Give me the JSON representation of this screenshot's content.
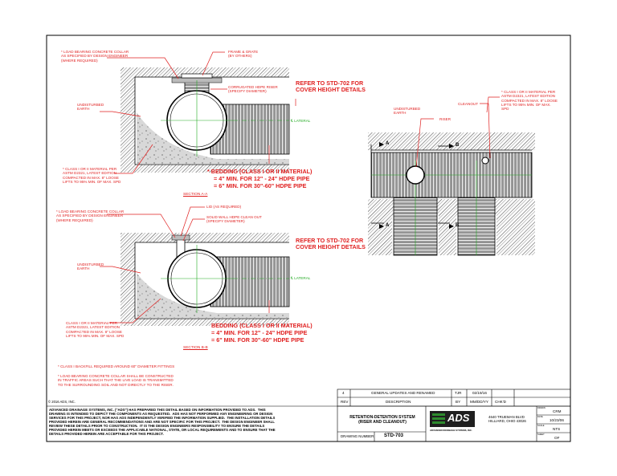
{
  "section_a": {
    "collar_note": "* LOAD BEARING CONCRETE COLLAR\nAS SPECIFIED BY DESIGN ENGINEER\n(WHERE REQUIRED)",
    "frame_note": "FRAME & GRATE\n(BY OTHERS)",
    "riser_note": "CORRUGATED HDPE RISER\n(SPECIFY DIAMETER)",
    "earth_note": "UNDISTURBED\nEARTH",
    "refer_note": "REFER TO STD-702 FOR\nCOVER HEIGHT DETAILS",
    "lateral": "℄ LATERAL",
    "material_note": "* CLASS I OR II MATERIAL PER\nASTM D2321, LATEST EDITION\nCOMPACTED IN MAX. 8\" LOOSE\nLIFTS TO 95% MIN. OF MAX. SPD",
    "bedding_1": "* BEDDING (CLASS I OR II MATERIAL)",
    "bedding_2": "= 4\" MIN. FOR 12\" - 24\" HDPE PIPE",
    "bedding_3": "= 6\" MIN. FOR 30\"-60\" HDPE PIPE",
    "title": "SECTION A-A"
  },
  "section_b": {
    "collar_note": "* LOAD BEARING CONCRETE COLLAR\nAS SPECIFIED BY DESIGN ENGINEER\n(WHERE REQUIRED)",
    "lid_note": "LID (AS REQUIRED)",
    "cleanout_note": "SOLID WALL HDPE CLEAN OUT\n(SPECIFY DIAMETER)",
    "earth_note": "UNDISTURBED\nEARTH",
    "refer_note": "REFER TO STD-702 FOR\nCOVER HEIGHT DETAILS",
    "lateral": "℄ LATERAL",
    "material_note": "CLASS I OR II MATERIAL PER\nASTM D2321, LATEST EDITION\nCOMPACTED IN MAX. 8\" LOOSE\nLIFTS TO 95% MIN. OF MAX. SPD",
    "bedding_1": "BEDDING (CLASS I OR II MATERIAL)",
    "bedding_2": "= 4\" MIN. FOR 12\" - 24\" HDPE PIPE",
    "bedding_3": "= 6\" MIN. FOR 30\"-60\" HDPE PIPE",
    "title": "SECTION B-B"
  },
  "plan": {
    "material_note": "* CLASS I OR II MATERIAL PER\nASTM D2321, LATEST EDITION\nCOMPACTED IN MAX. 8\" LOOSE\nLIFTS TO 95% MIN. OF MAX.\nSPD",
    "cleanout": "CLEANOUT",
    "earth_note": "UNDISTURBED\nEARTH",
    "riser": "RISER",
    "marker_a": "A",
    "marker_b": "B"
  },
  "footnotes": {
    "note1": "* CLASS I BACKFILL REQUIRED AROUND 60\" DIAMETER FITTINGS",
    "note2": "* LOAD BEARING CONCRETE COLLAR SHALL BE CONSTRUCTED\nIN TRAFFIC AREAS SUCH THAT THE LIVE LOAD IS TRANSMITTED\nTO THE SURROUNDING SOIL AND NOT DIRECTLY TO THE RISER."
  },
  "title_block": {
    "copyright": "© 2016 ADS, INC.",
    "rev_num": "4",
    "rev_desc": "GENERAL UPDATES AND RENAMED",
    "rev_by": "TJR",
    "rev_date": "02/19/16",
    "hdr_rev": "REV",
    "hdr_desc": "DESCRIPTION",
    "hdr_by": "BY",
    "hdr_date": "MM/DD/YY",
    "hdr_chkd": "CHK'D",
    "disclaimer": "ADVANCED DRAINAGE SYSTEMS, INC. (\"ADS\") HAS PREPARED THIS DETAIL BASED ON INFORMATION PROVIDED TO ADS.  THIS\nDRAWING IS INTENDED TO DEPICT THE COMPONENTS AS REQUESTED.  ADS HAS NOT PERFORMED ANY ENGINEERING OR DESIGN\nSERVICES FOR THIS PROJECT, NOR HAS ADS INDEPENDENTLY VERIFIED THE INFORMATION SUPPLIED.  THE INSTALLATION DETAILS\nPROVIDED HEREIN ARE GENERAL RECOMMENDATIONS AND ARE NOT SPECIFIC FOR THIS PROJECT.  THE DESIGN ENGINEER SHALL\nREVIEW THESE DETAILS PRIOR TO CONSTRUCTION.  IT IS THE DESIGN ENGINEERS RESPONSIBILITY TO ENSURE THE DETAILS\nPROVIDED HEREIN MEETS OR EXCEEDS THE APPLICABLE NATIONAL, STATE, OR LOCAL REQUIREMENTS AND TO ENSURE THAT THE\nDETAILS PROVIDED HEREIN ARE ACCEPTABLE FOR THIS PROJECT.",
    "drawing_title": "RETENTION-DETENTION SYSTEM\n(RISER AND CLEANOUT)",
    "logo_text": "ADS",
    "logo_sub": "ADVANCED DRAINAGE SYSTEMS, INC.",
    "address": "4640 TRUEMAN BLVD\nHILLIARD, OHIO 43026",
    "drawing_number_label": "DRAWING NUMBER",
    "drawing_number": "STD-703",
    "drawn_label": "DRAWN",
    "drawn": "CRM",
    "date_label": "DATE",
    "date": "10/23/06",
    "scale_label": "SCALE",
    "scale": "NTS",
    "sheet_label": "SHEET",
    "sheet": "OF"
  },
  "colors": {
    "annotation": "#e02020",
    "centerline": "#22aa22",
    "lines": "#000000"
  }
}
